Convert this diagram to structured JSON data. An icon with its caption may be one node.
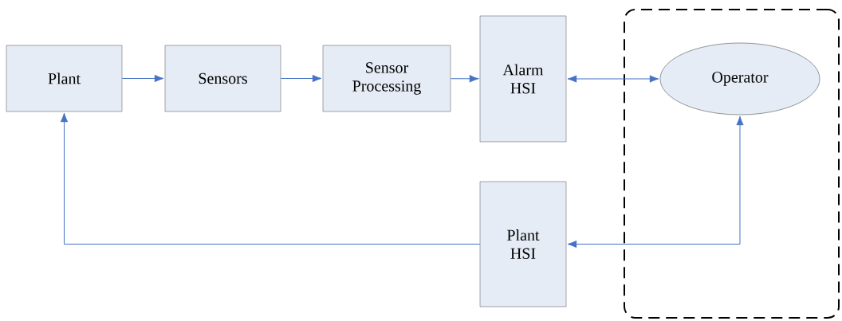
{
  "diagram": {
    "nodes": [
      {
        "text": [
          "Plant"
        ]
      },
      {
        "text": [
          "Sensors"
        ]
      },
      {
        "text": [
          "Sensor Processing"
        ]
      },
      {
        "text": [
          "Alarm HSI"
        ]
      },
      {
        "text": [],
        "shape": "box"
      },
      {
        "text": [
          "Operator"
        ],
        "in": 4
      },
      {
        "text": [
          "Plant HSI"
        ]
      }
    ],
    "edges": [
      {
        "from": 0,
        "to": 1,
        "arrow": "to"
      },
      {
        "from": 1,
        "to": 2,
        "arrow": "to"
      },
      {
        "from": 2,
        "to": 3,
        "arrow": "to"
      },
      {
        "from": 3,
        "to": 5,
        "arrow": "both"
      },
      {
        "from": 5,
        "to": 6,
        "arrow": "both"
      },
      {
        "from": 6,
        "to": 0,
        "arrow": "to"
      }
    ]
  }
}
